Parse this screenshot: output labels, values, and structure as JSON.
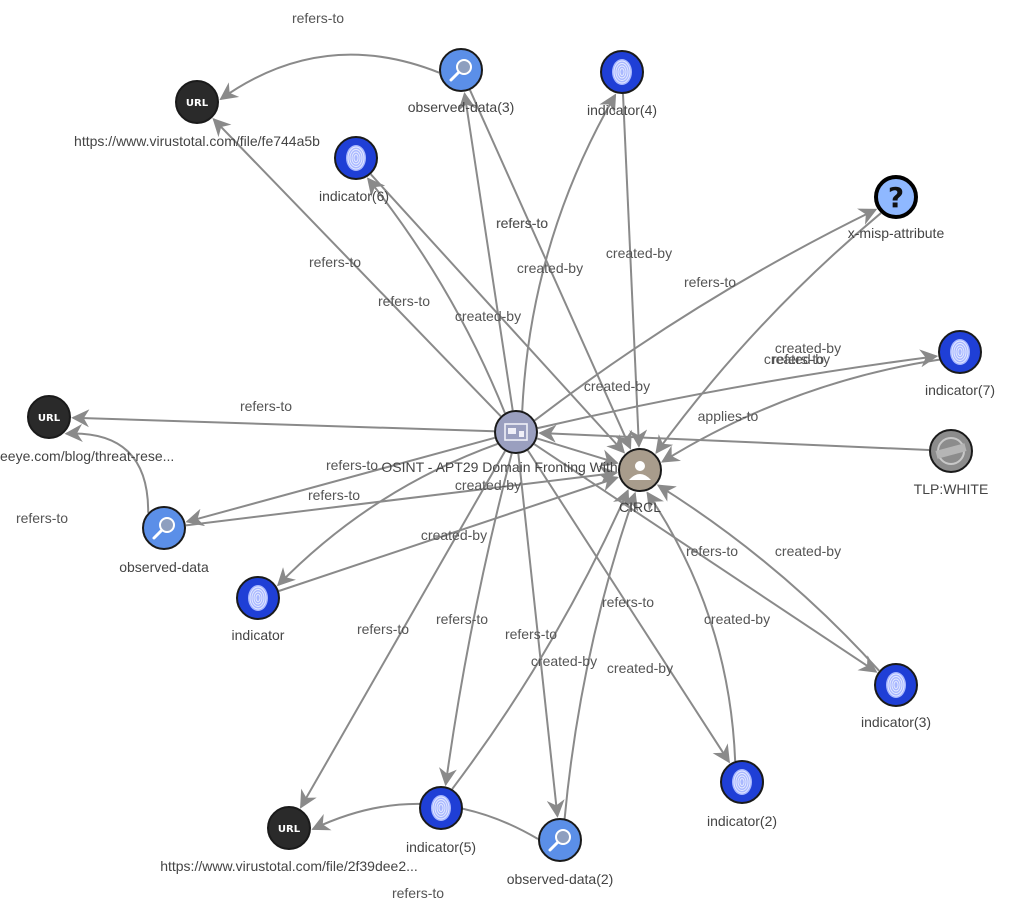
{
  "graph": {
    "type": "STIX relationship graph",
    "colors": {
      "edge": "#8a8a8a",
      "indicator": "#1f3fd6",
      "observed_data": "#5b8fe8",
      "url": "#2a2a2a",
      "report": "#9a9fbf",
      "identity": "#a89c8c",
      "attribute": "#8fb8ff",
      "marking": "#8c8c8c"
    },
    "nodes": [
      {
        "id": "report",
        "label": "OSINT - APT29 Domain Fronting With TOR",
        "kind": "report",
        "icon": "report-icon"
      },
      {
        "id": "circl",
        "label": "CIRCL",
        "kind": "identity",
        "icon": "identity-icon"
      },
      {
        "id": "url1",
        "label": "https://www.virustotal.com/file/fe744a5b",
        "kind": "url",
        "icon": "url-icon",
        "glyph": "URL"
      },
      {
        "id": "url2",
        "label": "eeye.com/blog/threat-rese...",
        "kind": "url",
        "icon": "url-icon",
        "glyph": "URL"
      },
      {
        "id": "url3",
        "label": "https://www.virustotal.com/file/2f39dee2...",
        "kind": "url",
        "icon": "url-icon",
        "glyph": "URL"
      },
      {
        "id": "od3",
        "label": "observed-data(3)",
        "kind": "observed_data",
        "icon": "magnifier-icon"
      },
      {
        "id": "od1",
        "label": "observed-data",
        "kind": "observed_data",
        "icon": "magnifier-icon"
      },
      {
        "id": "od2",
        "label": "observed-data(2)",
        "kind": "observed_data",
        "icon": "magnifier-icon"
      },
      {
        "id": "ind4",
        "label": "indicator(4)",
        "kind": "indicator",
        "icon": "fingerprint-icon"
      },
      {
        "id": "ind6",
        "label": "indicator(6)",
        "kind": "indicator",
        "icon": "fingerprint-icon"
      },
      {
        "id": "ind7",
        "label": "indicator(7)",
        "kind": "indicator",
        "icon": "fingerprint-icon"
      },
      {
        "id": "ind1",
        "label": "indicator",
        "kind": "indicator",
        "icon": "fingerprint-icon"
      },
      {
        "id": "ind3",
        "label": "indicator(3)",
        "kind": "indicator",
        "icon": "fingerprint-icon"
      },
      {
        "id": "ind2",
        "label": "indicator(2)",
        "kind": "indicator",
        "icon": "fingerprint-icon"
      },
      {
        "id": "ind5",
        "label": "indicator(5)",
        "kind": "indicator",
        "icon": "fingerprint-icon"
      },
      {
        "id": "xmisp",
        "label": "x-misp-attribute",
        "kind": "attribute",
        "icon": "question-icon",
        "glyph": "?"
      },
      {
        "id": "tlp",
        "label": "TLP:WHITE",
        "kind": "marking",
        "icon": "marking-icon"
      }
    ],
    "edges": [
      {
        "from": "od3",
        "to": "url1",
        "label": "refers-to"
      },
      {
        "from": "report",
        "to": "url1",
        "label": "refers-to"
      },
      {
        "from": "report",
        "to": "ind6",
        "label": "refers-to"
      },
      {
        "from": "report",
        "to": "od3",
        "label": "refers-to"
      },
      {
        "from": "report",
        "to": "ind4",
        "label": "refers-to"
      },
      {
        "from": "report",
        "to": "xmisp",
        "label": "refers-to"
      },
      {
        "from": "report",
        "to": "ind7",
        "label": "refers-to"
      },
      {
        "from": "report",
        "to": "url2",
        "label": "refers-to"
      },
      {
        "from": "report",
        "to": "od1",
        "label": "refers-to"
      },
      {
        "from": "report",
        "to": "ind1",
        "label": "refers-to"
      },
      {
        "from": "report",
        "to": "url3",
        "label": "refers-to"
      },
      {
        "from": "report",
        "to": "ind5",
        "label": "refers-to"
      },
      {
        "from": "report",
        "to": "od2",
        "label": "refers-to"
      },
      {
        "from": "report",
        "to": "ind2",
        "label": "refers-to"
      },
      {
        "from": "report",
        "to": "ind3",
        "label": "refers-to"
      },
      {
        "from": "report",
        "to": "circl",
        "label": "created-by"
      },
      {
        "from": "od1",
        "to": "url2",
        "label": "refers-to"
      },
      {
        "from": "od2",
        "to": "url3",
        "label": "refers-to"
      },
      {
        "from": "ind6",
        "to": "circl",
        "label": "created-by"
      },
      {
        "from": "od3",
        "to": "circl",
        "label": "created-by"
      },
      {
        "from": "ind4",
        "to": "circl",
        "label": "created-by"
      },
      {
        "from": "xmisp",
        "to": "circl",
        "label": "created-by"
      },
      {
        "from": "ind7",
        "to": "circl",
        "label": "created-by"
      },
      {
        "from": "od1",
        "to": "circl",
        "label": "created-by"
      },
      {
        "from": "ind1",
        "to": "circl",
        "label": "created-by"
      },
      {
        "from": "ind5",
        "to": "circl",
        "label": "created-by"
      },
      {
        "from": "od2",
        "to": "circl",
        "label": "created-by"
      },
      {
        "from": "ind2",
        "to": "circl",
        "label": "created-by"
      },
      {
        "from": "ind3",
        "to": "circl",
        "label": "created-by"
      },
      {
        "from": "tlp",
        "to": "report",
        "label": "applies-to"
      }
    ]
  }
}
